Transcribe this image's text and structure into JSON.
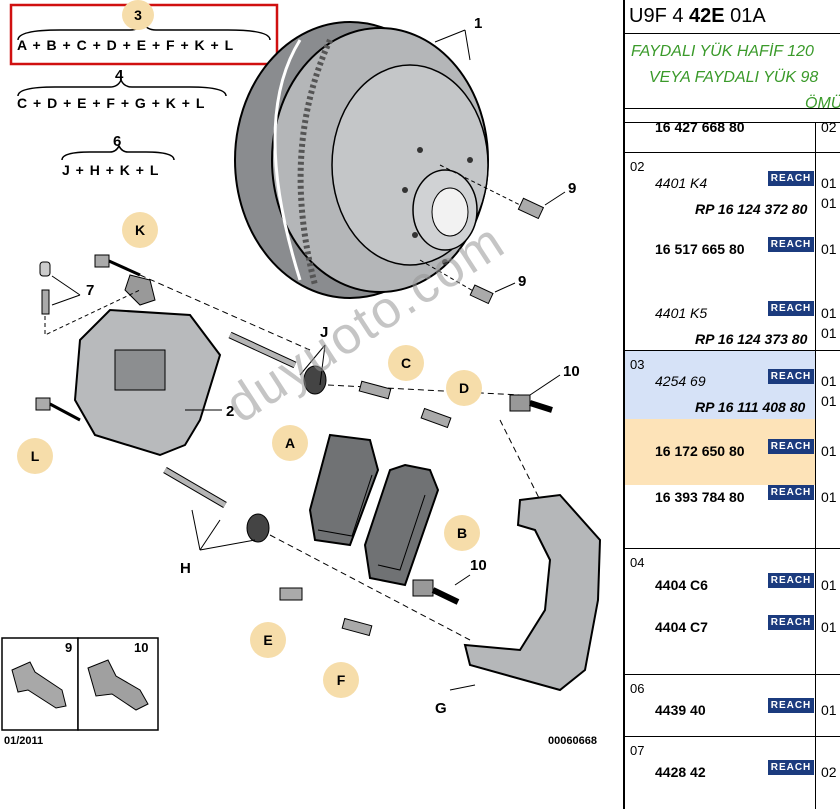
{
  "diagram": {
    "formulas": [
      {
        "id": "3",
        "expr": "A + B + C + D + E + F + K + L"
      },
      {
        "id": "4",
        "expr": "C + D + E + F + G + K + L"
      },
      {
        "id": "6",
        "expr": "J + H + K + L"
      }
    ],
    "part_numbers": [
      "1",
      "2",
      "7",
      "9",
      "9",
      "10",
      "10"
    ],
    "callouts": [
      "K",
      "L",
      "C",
      "D",
      "A",
      "B",
      "E",
      "F"
    ],
    "letters": [
      "J",
      "H",
      "G"
    ],
    "inset_labels": [
      "9",
      "10"
    ],
    "footer_left": "01/2011",
    "footer_right": "00060668",
    "watermark": "duyuoto.com"
  },
  "panel": {
    "code_pre": "U9F 4 ",
    "code_bold": "42E",
    "code_post": " 01A",
    "note_lines": [
      "FAYDALI YÜK HAFİF 120",
      "VEYA FAYDALI YÜK 98",
      "ÖMÜ"
    ],
    "highlight_colors": {
      "blue": "#d6e2f7",
      "orange": "#fde3b8"
    },
    "rows": [
      {
        "group": "",
        "items": [
          {
            "ref": "16 427 668 80",
            "qty": "02",
            "style": "bd"
          }
        ]
      },
      {
        "group": "02",
        "items": [
          {
            "ref": "4401 K4",
            "style": "it",
            "reach": "REACH",
            "qty": "01"
          },
          {
            "ref": "RP 16 124 372 80",
            "style": "bd",
            "qty": "01"
          },
          {
            "ref": "16 517 665 80",
            "style": "bd",
            "reach": "REACH",
            "qty": "01"
          },
          {
            "ref": "4401 K5",
            "style": "it",
            "reach": "REACH",
            "qty": "01"
          },
          {
            "ref": "RP 16 124 373 80",
            "style": "bd",
            "qty": "01"
          }
        ]
      },
      {
        "group": "03",
        "items": [
          {
            "ref": "4254 69",
            "style": "it",
            "reach": "REACH",
            "qty": "01"
          },
          {
            "ref": "RP 16 111 408 80",
            "style": "bd",
            "qty": "01"
          },
          {
            "ref": "16 172 650 80",
            "style": "bd",
            "reach": "REACH",
            "qty": "01"
          },
          {
            "ref": "16 393 784 80",
            "style": "bd",
            "reach": "REACH",
            "qty": "01"
          }
        ]
      },
      {
        "group": "04",
        "items": [
          {
            "ref": "4404 C6",
            "style": "bd",
            "reach": "REACH",
            "qty": "01"
          },
          {
            "ref": "4404 C7",
            "style": "bd",
            "reach": "REACH",
            "qty": "01"
          }
        ]
      },
      {
        "group": "06",
        "items": [
          {
            "ref": "4439 40",
            "style": "bd",
            "reach": "REACH",
            "qty": "01"
          }
        ]
      },
      {
        "group": "07",
        "items": [
          {
            "ref": "4428 42",
            "style": "bd",
            "reach": "REACH",
            "qty": "02"
          }
        ]
      }
    ]
  }
}
